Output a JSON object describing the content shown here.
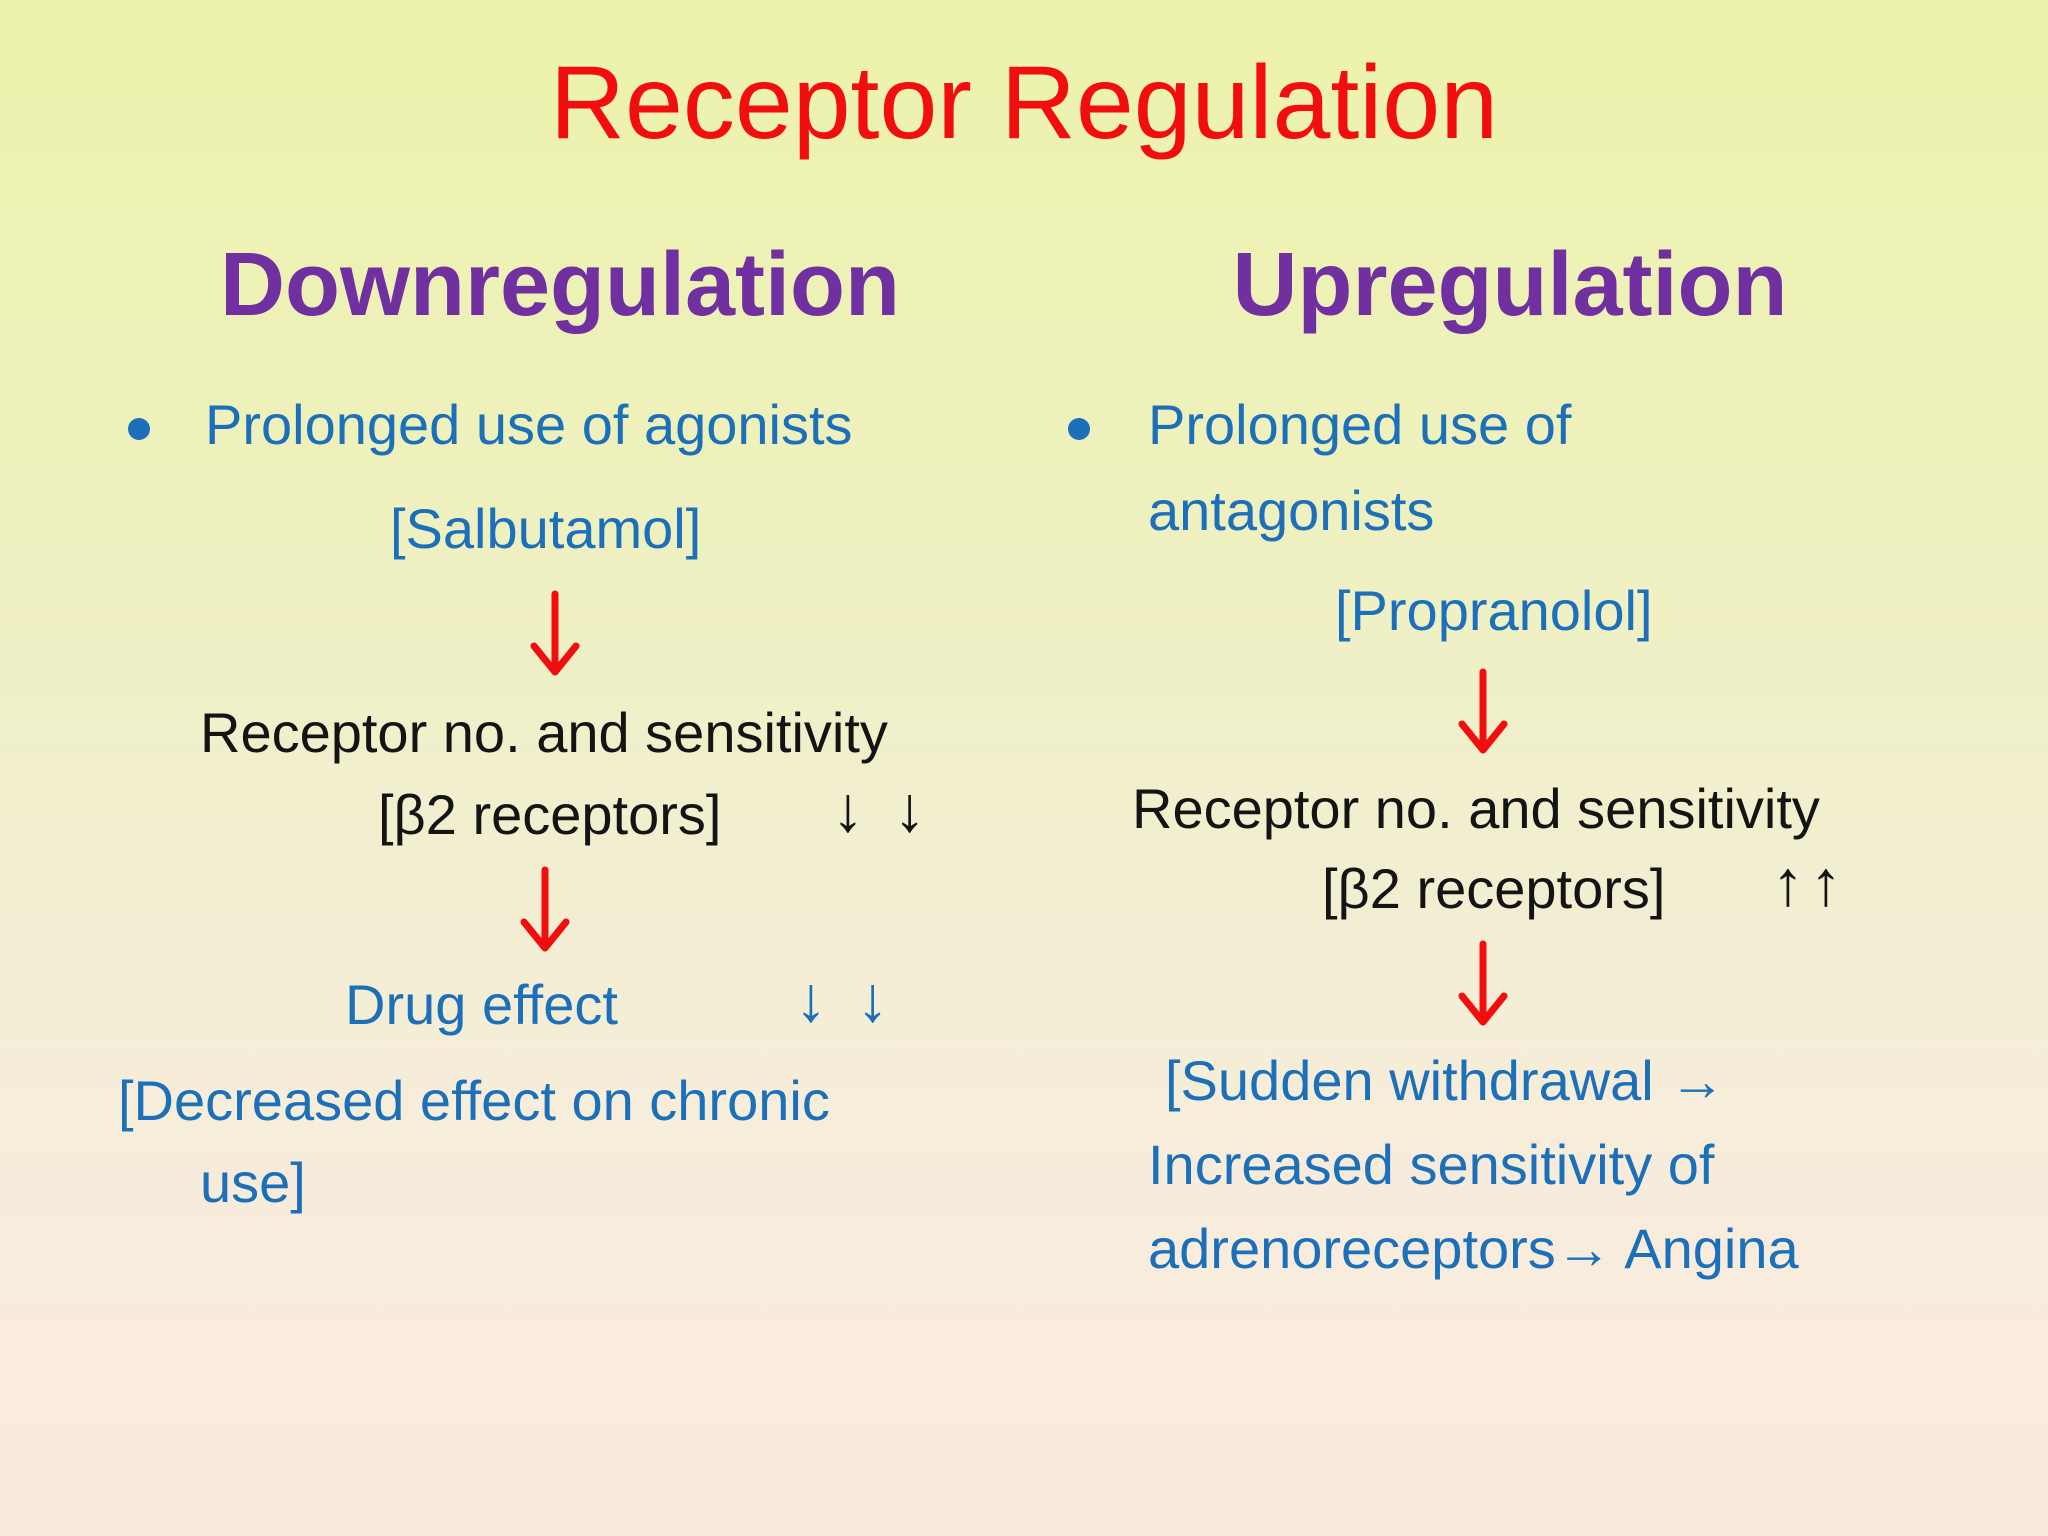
{
  "slide": {
    "title": "Receptor Regulation",
    "colors": {
      "title_red": "#f20e0e",
      "heading_purple": "#7030a0",
      "body_blue": "#1c6fb9",
      "body_black": "#141414",
      "arrow_red": "#f20e0e",
      "background_top": "#edf2ac",
      "background_bottom": "#faeade"
    },
    "left": {
      "heading": "Downregulation",
      "bullet_text": "Prolonged use of agonists",
      "drug": "[Salbutamol]",
      "receptor_line1": "Receptor no. and sensitivity",
      "receptor_line2": "[β2 receptors]",
      "receptor_arrows": "↓ ↓",
      "effect_label": "Drug effect",
      "effect_arrows": "↓ ↓",
      "outcome_line1": "[Decreased effect on chronic",
      "outcome_line2": "use]"
    },
    "right": {
      "heading": "Upregulation",
      "bullet_line1": "Prolonged use of",
      "bullet_line2": "antagonists",
      "drug": "[Propranolol]",
      "receptor_line1": "Receptor no. and sensitivity",
      "receptor_line2": "[β2 receptors]",
      "receptor_arrows": "↑↑",
      "outcome_line1": "[Sudden withdrawal →",
      "outcome_line2": "Increased sensitivity of",
      "outcome_line3": "adrenoreceptors→ Angina"
    }
  }
}
